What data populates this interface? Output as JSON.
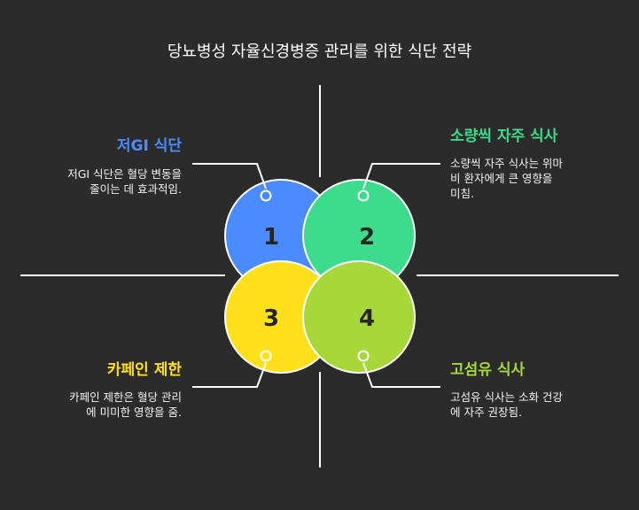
{
  "title": "당뇨병성 자율신경병증 관리를 위한 식단 전략",
  "colors": {
    "background": "#2b2b2b",
    "blue": "#4a8cff",
    "green": "#3ddc8c",
    "yellow": "#ffe01a",
    "lime": "#a6d83a",
    "line": "#ffffff"
  },
  "items": [
    {
      "number": "1",
      "heading": "저GI 식단",
      "desc_lines": [
        "저GI 식단은 혈당 변동을",
        "줄이는 데 효과적임."
      ]
    },
    {
      "number": "2",
      "heading": "소량씩 자주 식사",
      "desc_lines": [
        "소량씩 자주 식사는 위마",
        "비 환자에게 큰 영향을",
        "미침."
      ]
    },
    {
      "number": "3",
      "heading": "카페인 제한",
      "desc_lines": [
        "카페인 제한은 혈당 관리",
        "에 미미한 영향을 줌."
      ]
    },
    {
      "number": "4",
      "heading": "고섬유 식사",
      "desc_lines": [
        "고섬유 식사는 소화 건강",
        "에 자주 권장됨."
      ]
    }
  ]
}
